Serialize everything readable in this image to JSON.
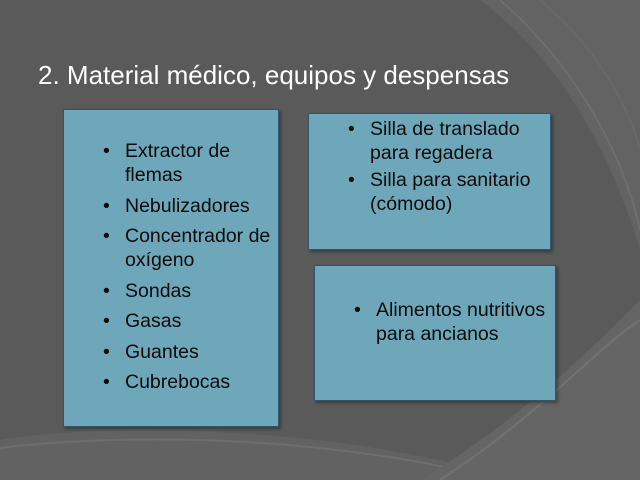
{
  "slide": {
    "title": "2. Material médico, equipos y despensas",
    "left_box": {
      "items": [
        "Extractor de flemas",
        "Nebulizadores",
        "Concentrador de oxígeno",
        "Sondas",
        "Gasas",
        "Guantes",
        "Cubrebocas"
      ]
    },
    "top_right_box": {
      "items": [
        "Silla de translado para regadera",
        "Silla para sanitario (cómodo)"
      ]
    },
    "bottom_right_box": {
      "items": [
        "Alimentos nutritivos para ancianos"
      ]
    }
  },
  "colors": {
    "background": "#5a5a5a",
    "box_fill": "#6ea7b9",
    "box_border": "#2f5566",
    "title_text": "#ffffff",
    "body_text": "#0b0b0b"
  }
}
